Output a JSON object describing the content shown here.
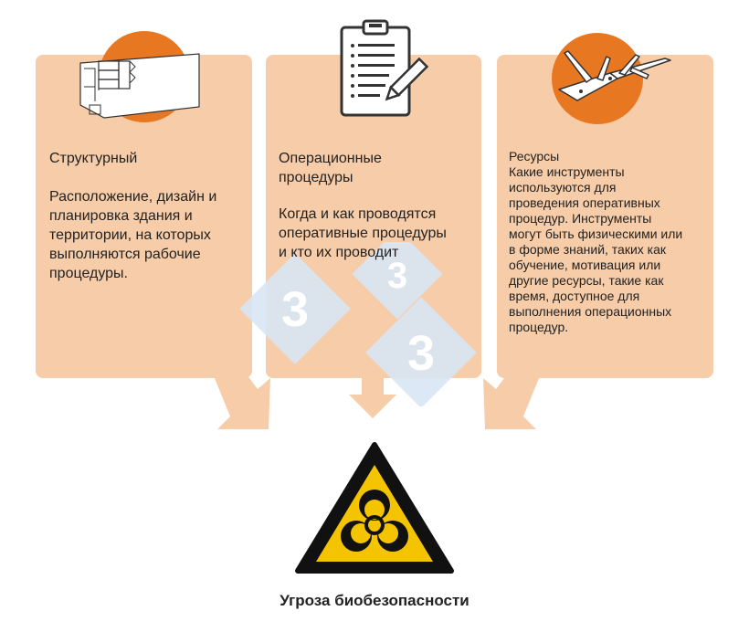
{
  "cards": [
    {
      "title": "Структурный",
      "lines": [
        "Расположение, дизайн и",
        "планировка здания и",
        "территории, на которых",
        "выполняются рабочие",
        "процедуры."
      ]
    },
    {
      "title_lines": [
        "Операционные",
        "процедуры"
      ],
      "lines": [
        "Когда и как проводятся",
        "оперативные процедуры",
        "и кто их проводит"
      ]
    },
    {
      "lines": [
        "Ресурсы",
        "Какие инструменты",
        "используются для",
        "проведения оперативных",
        "процедур. Инструменты",
        "могут быть физическими или",
        "в форме знаний, таких как",
        "обучение, мотивация или",
        "другие ресурсы, такие как",
        "время, доступное для",
        "выполнения операционных",
        "процедур."
      ]
    }
  ],
  "watermark": [
    "3",
    "3",
    "3"
  ],
  "caption": "Угроза биобезопасности",
  "colors": {
    "card": "#f7cda9",
    "accent": "#e87722",
    "arrow": "#f7cda9",
    "hazard_yellow": "#f5c400",
    "watermark": "#d9e6f5"
  },
  "icons": [
    "building-plan-icon",
    "clipboard-checklist-icon",
    "pocket-knife-icon",
    "biohazard-icon"
  ]
}
